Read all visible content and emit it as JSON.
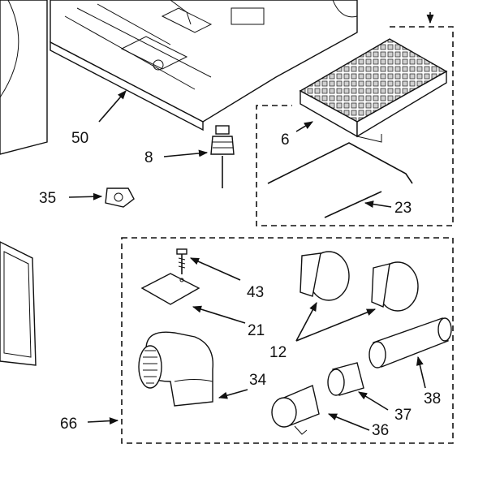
{
  "labels": {
    "l50": "50",
    "l6": "6",
    "l8": "8",
    "l35": "35",
    "l23": "23",
    "l43": "43",
    "l21": "21",
    "l12": "12",
    "l34": "34",
    "l38": "38",
    "l37": "37",
    "l66": "66",
    "l36": "36"
  }
}
